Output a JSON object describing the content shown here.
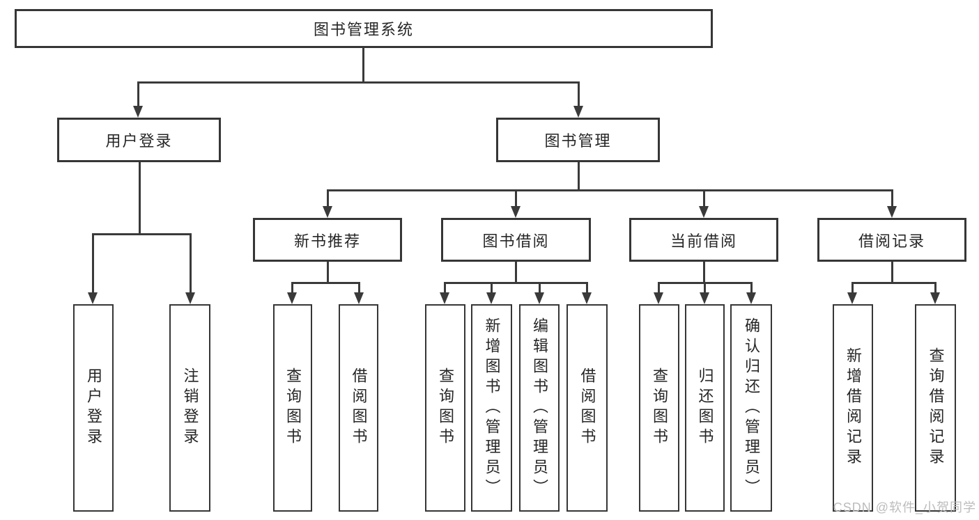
{
  "diagram": {
    "title": "图书管理系统",
    "level2": {
      "user_login": "用户登录",
      "book_management": "图书管理"
    },
    "level3": {
      "new_book_recommend": "新书推荐",
      "book_borrow": "图书借阅",
      "current_borrow": "当前借阅",
      "borrow_records": "借阅记录"
    },
    "leaves": {
      "user_login_child1": "用户登录",
      "user_login_child2": "注销登录",
      "recommend_child1": "查询图书",
      "recommend_child2": "借阅图书",
      "borrow_child1": "查询图书",
      "borrow_child2": "新增图书（管理员）",
      "borrow_child3": "编辑图书（管理员）",
      "borrow_child4": "借阅图书",
      "current_child1": "查询图书",
      "current_child2": "归还图书",
      "current_child3": "确认归还（管理员）",
      "records_child1": "新增借阅记录",
      "records_child2": "查询借阅记录"
    },
    "watermark": "CSDN @软件_小贺同学",
    "colors": {
      "background": "#ffffff",
      "line": "#3a3a3a",
      "box_border": "#363636",
      "text": "#262626",
      "watermark": "#bcbcbc"
    }
  }
}
